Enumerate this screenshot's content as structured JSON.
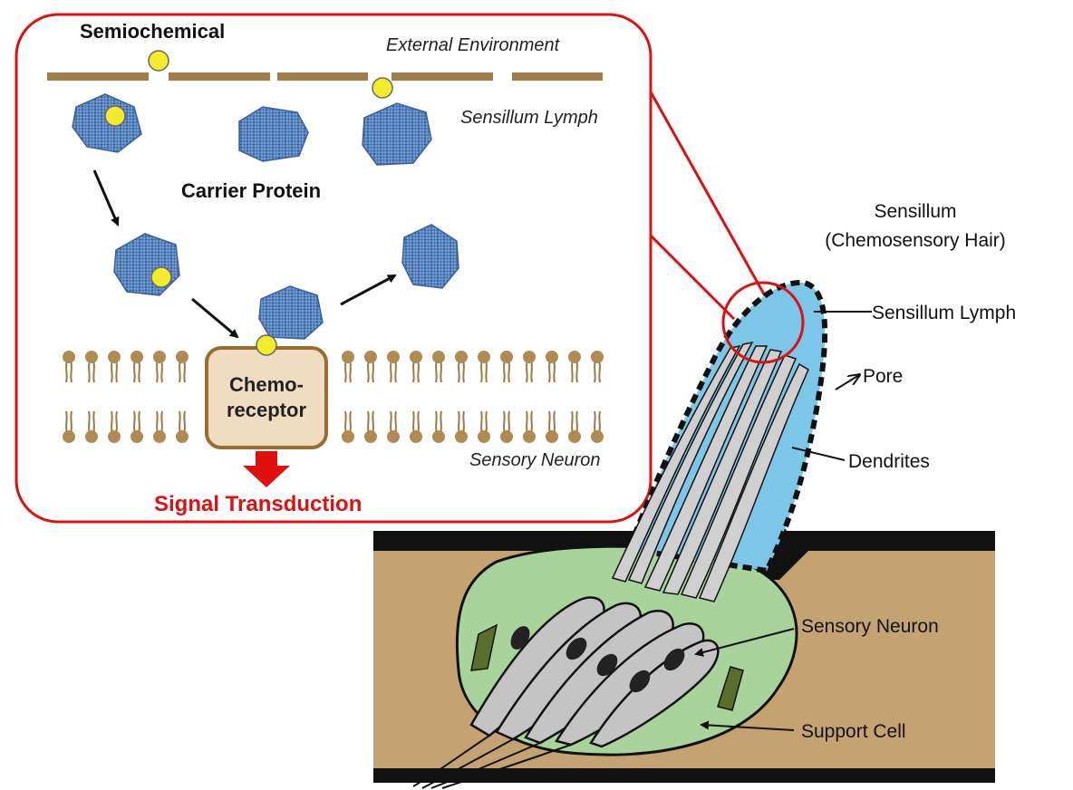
{
  "inset": {
    "semiochemical": "Semiochemical",
    "external_environment": "External Environment",
    "sensillum_lymph": "Sensillum Lymph",
    "carrier_protein": "Carrier Protein",
    "chemoreceptor_line1": "Chemo-",
    "chemoreceptor_line2": "receptor",
    "sensory_neuron": "Sensory Neuron",
    "signal_transduction": "Signal Transduction"
  },
  "anatomy": {
    "sensillum_title_line1": "Sensillum",
    "sensillum_title_line2": "(Chemosensory Hair)",
    "sensillum_lymph": "Sensillum Lymph",
    "pore": "Pore",
    "dendrites": "Dendrites",
    "sensory_neuron": "Sensory Neuron",
    "support_cell": "Support Cell"
  },
  "colors": {
    "callout_border": "#dd1111",
    "carrier_protein": "#5b88c4",
    "semiochemical": "#f2ec2c",
    "membrane": "#a8854e",
    "lymph": "#7cc6e8",
    "cuticle": "#c4a272",
    "support_cell": "#a8d39a",
    "neuron": "#c4c4c4"
  }
}
